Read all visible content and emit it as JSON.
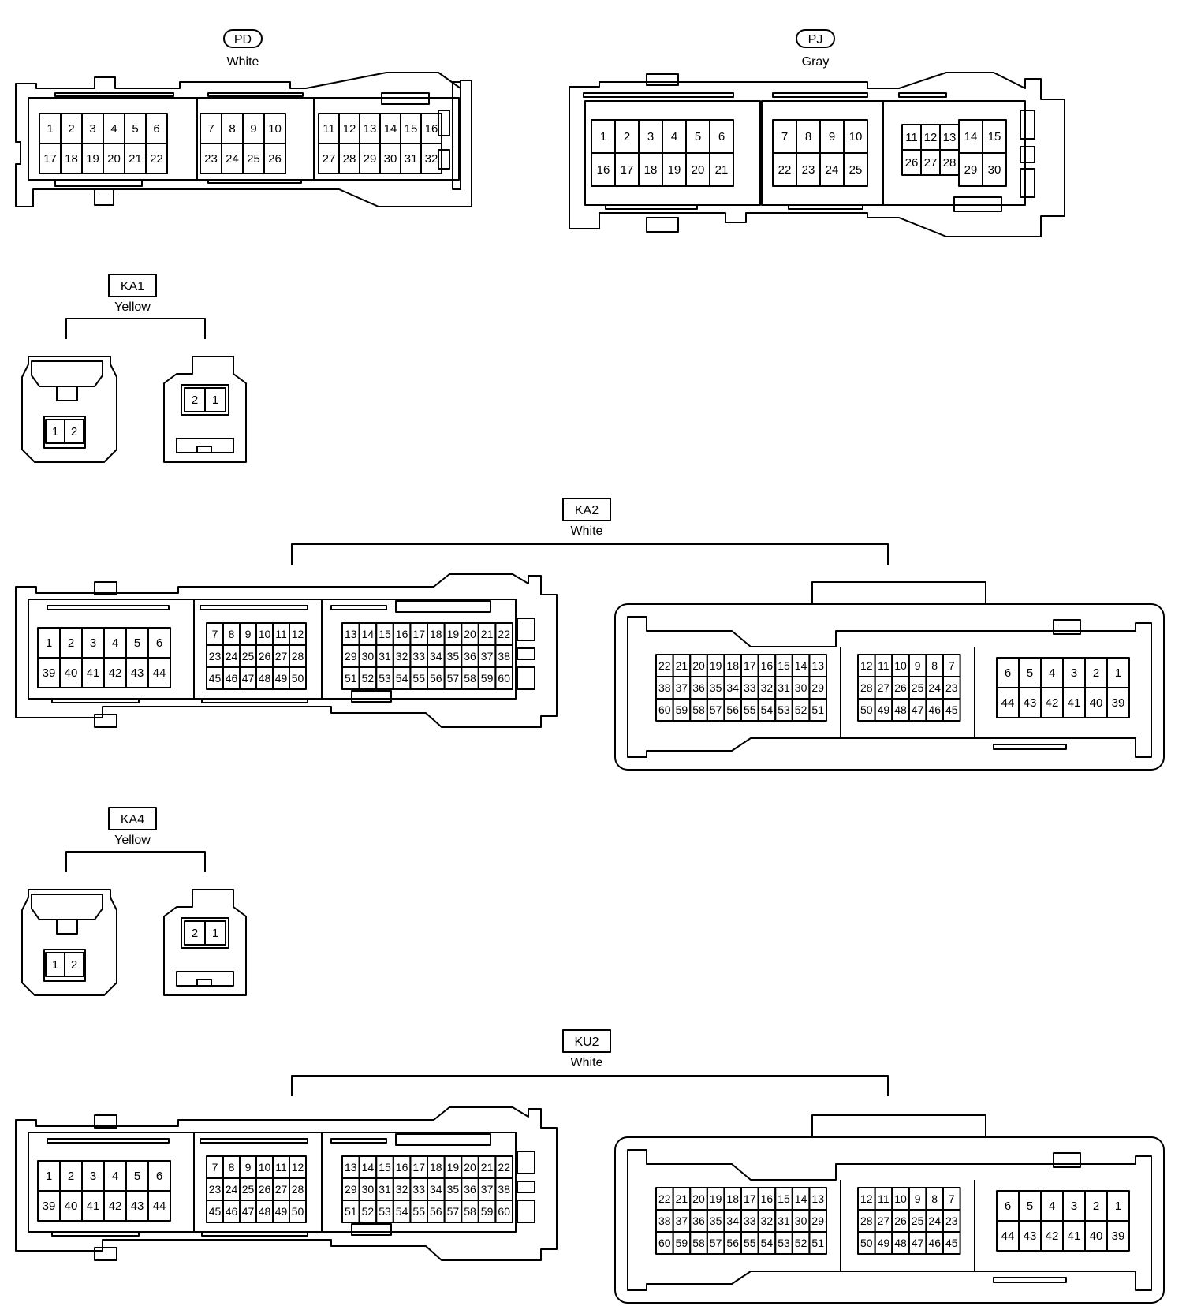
{
  "connectors": [
    {
      "id": "PD",
      "color": "White"
    },
    {
      "id": "PJ",
      "color": "Gray"
    },
    {
      "id": "KA1",
      "color": "Yellow"
    },
    {
      "id": "KA2",
      "color": "White"
    },
    {
      "id": "KA4",
      "color": "Yellow"
    },
    {
      "id": "KU2",
      "color": "White"
    }
  ],
  "pins": {
    "PD": [
      [
        [
          "1",
          "2",
          "3",
          "4",
          "5",
          "6"
        ],
        [
          "17",
          "18",
          "19",
          "20",
          "21",
          "22"
        ]
      ],
      [
        [
          "7",
          "8",
          "9",
          "10"
        ],
        [
          "23",
          "24",
          "25",
          "26"
        ]
      ],
      [
        [
          "11",
          "12",
          "13",
          "14",
          "15",
          "16"
        ],
        [
          "27",
          "28",
          "29",
          "30",
          "31",
          "32"
        ]
      ]
    ],
    "PJ": [
      [
        [
          "1",
          "2",
          "3",
          "4",
          "5",
          "6"
        ],
        [
          "16",
          "17",
          "18",
          "19",
          "20",
          "21"
        ]
      ],
      [
        [
          "7",
          "8",
          "9",
          "10"
        ],
        [
          "22",
          "23",
          "24",
          "25"
        ]
      ],
      [
        [
          "11",
          "12",
          "13"
        ],
        [
          "26",
          "27",
          "28"
        ]
      ],
      [
        [
          "14",
          "15"
        ],
        [
          "29",
          "30"
        ]
      ]
    ],
    "KA_female": [
      [
        "1",
        "2"
      ]
    ],
    "KA_male": [
      [
        "2",
        "1"
      ]
    ],
    "KAKU_left": [
      [
        [
          "1",
          "2",
          "3",
          "4",
          "5",
          "6"
        ],
        [
          "39",
          "40",
          "41",
          "42",
          "43",
          "44"
        ]
      ],
      [
        [
          "7",
          "8",
          "9",
          "10",
          "11",
          "12"
        ],
        [
          "23",
          "24",
          "25",
          "26",
          "27",
          "28"
        ],
        [
          "45",
          "46",
          "47",
          "48",
          "49",
          "50"
        ]
      ],
      [
        [
          "13",
          "14",
          "15",
          "16",
          "17",
          "18",
          "19",
          "20",
          "21",
          "22"
        ],
        [
          "29",
          "30",
          "31",
          "32",
          "33",
          "34",
          "35",
          "36",
          "37",
          "38"
        ],
        [
          "51",
          "52",
          "53",
          "54",
          "55",
          "56",
          "57",
          "58",
          "59",
          "60"
        ]
      ]
    ],
    "KAKU_right": [
      [
        [
          "22",
          "21",
          "20",
          "19",
          "18",
          "17",
          "16",
          "15",
          "14",
          "13"
        ],
        [
          "38",
          "37",
          "36",
          "35",
          "34",
          "33",
          "32",
          "31",
          "30",
          "29"
        ],
        [
          "60",
          "59",
          "58",
          "57",
          "56",
          "55",
          "54",
          "53",
          "52",
          "51"
        ]
      ],
      [
        [
          "12",
          "11",
          "10",
          "9",
          "8",
          "7"
        ],
        [
          "28",
          "27",
          "26",
          "25",
          "24",
          "23"
        ],
        [
          "50",
          "49",
          "48",
          "47",
          "46",
          "45"
        ]
      ],
      [
        [
          "6",
          "5",
          "4",
          "3",
          "2",
          "1"
        ],
        [
          "44",
          "43",
          "42",
          "41",
          "40",
          "39"
        ]
      ]
    ]
  }
}
